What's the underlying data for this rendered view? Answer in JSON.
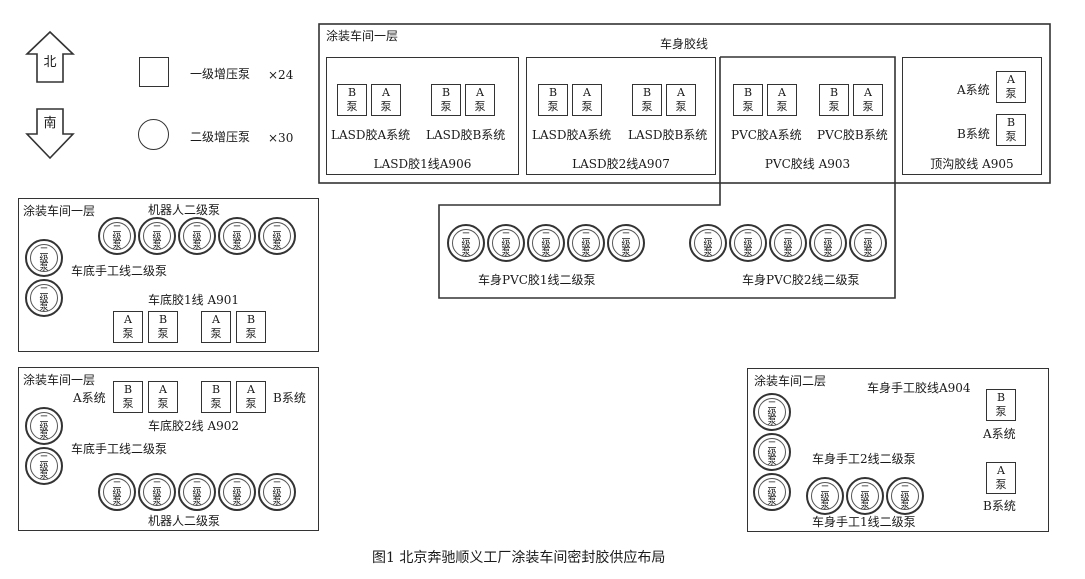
{
  "legend": {
    "north": "北",
    "south": "南",
    "square_label": "一级增压泵",
    "square_count": "×24",
    "circle_label": "二级增压泵",
    "circle_count": "×30"
  },
  "pump": {
    "b": "B",
    "a": "A",
    "beng": "泵",
    "c1": "二",
    "c2": "级",
    "c3": "泵"
  },
  "top": {
    "floor": "涂装车间一层",
    "title": "车身胶线",
    "a906_a": "LASD胶A系统",
    "a906_b": "LASD胶B系统",
    "a906": "LASD胶1线A906",
    "a907_a": "LASD胶A系统",
    "a907_b": "LASD胶B系统",
    "a907": "LASD胶2线A907",
    "a903_a": "PVC胶A系统",
    "a903_b": "PVC胶B系统",
    "a903": "PVC胶线 A903",
    "a905_a": "A系统",
    "a905_b": "B系统",
    "a905": "顶沟胶线 A905",
    "pvc1": "车身PVC胶1线二级泵",
    "pvc2": "车身PVC胶2线二级泵"
  },
  "a901": {
    "floor": "涂装车间一层",
    "robot": "机器人二级泵",
    "manual": "车底手工线二级泵",
    "line": "车底胶1线 A901"
  },
  "a902": {
    "floor": "涂装车间一层",
    "sys_a": "A系统",
    "sys_b": "B系统",
    "line": "车底胶2线 A902",
    "manual": "车底手工线二级泵",
    "robot": "机器人二级泵"
  },
  "a904": {
    "floor": "涂装车间二层",
    "line": "车身手工胶线A904",
    "sys_a": "A系统",
    "sys_b": "B系统",
    "manual2": "车身手工2线二级泵",
    "manual1": "车身手工1线二级泵"
  },
  "caption": "图1    北京奔驰顺义工厂涂装车间密封胶供应布局"
}
